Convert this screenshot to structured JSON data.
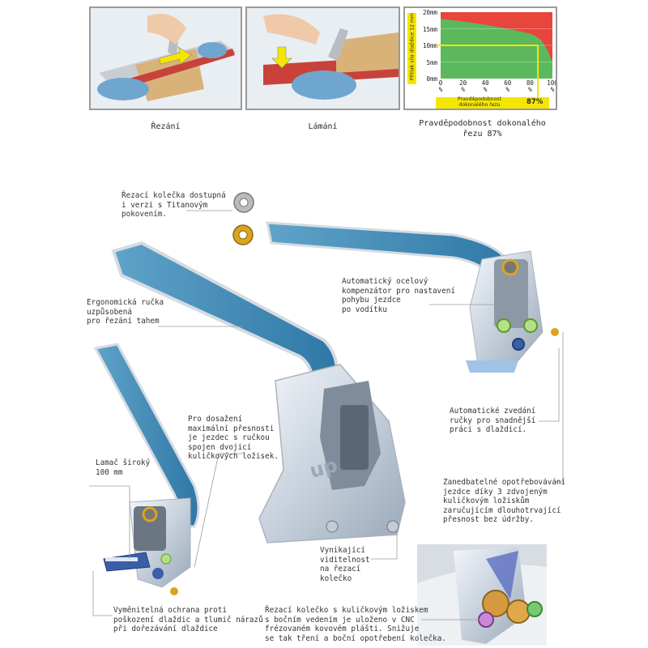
{
  "photos": {
    "cut_caption": "Řezání",
    "break_caption": "Lámání",
    "probability_caption": "Pravděpodobnost dokonalého\nřezu 87%"
  },
  "probability_chart": {
    "y_axis_label": "Přítlak síla dlaždice 12 mm",
    "y_ticks": [
      "20mm",
      "15mm",
      "10mm",
      "5mm",
      "0mm"
    ],
    "x_ticks": [
      [
        "0",
        "%"
      ],
      [
        "20",
        "%"
      ],
      [
        "40",
        "%"
      ],
      [
        "60",
        "%"
      ],
      [
        "80",
        "%"
      ],
      [
        "100",
        "%"
      ]
    ],
    "bottom_label": "Pravděpodobnost\ndokonalého řezu",
    "bottom_value": "87%",
    "colors": {
      "good": "#5cb85c",
      "bad": "#e8453c",
      "highlight": "#f5e600"
    }
  },
  "chart_data": {
    "type": "area",
    "x": [
      0,
      10,
      20,
      30,
      40,
      50,
      60,
      70,
      80,
      85,
      90,
      95,
      100
    ],
    "y": [
      18,
      17.6,
      17.2,
      16.7,
      16.2,
      15.6,
      15,
      14.3,
      13.5,
      12.8,
      11.5,
      9,
      5
    ],
    "xlabel": "",
    "ylabel": "Přítlak síla dlaždice 12 mm",
    "xlim": [
      0,
      100
    ],
    "ylim": [
      0,
      20
    ],
    "marker": {
      "x": 87,
      "y": 10
    }
  },
  "callouts": {
    "wheels": "Řezací kolečka dostupná\ni verzi s Titanovým\npokovením.",
    "handle": "Ergonomická ručka\nuzpůsobená\npro řezání tahem",
    "compensator": "Automatický ocelový\nkompenzátor pro nastavení\npohybu jezdce\npo vodítku",
    "precision": "Pro dosažení\nmaximální přesnosti\nje jezdec s ručkou\nspojen dvojicí\nkuličkových ložisek.",
    "lift": "Automatické zvedání\nručky pro snadnější\npráci s dlaždicí.",
    "breaker": "Lamač široký\n100 mm",
    "wear": "Zanedbatelné opotřebovávání\njezdce díky 3 zdvojeným\nkuličkovým ložiskům\nzaručujícím dlouhotrvající\npřesnost bez údržby.",
    "visibility": "Vynikající\nviditelnost\nna řezací\nkolečko",
    "protection": "Vyměnitelná ochrana proti\npoškození dlaždic a tlumič nárazů\npři dořezávání dlaždice",
    "wheel_bearing": "Řezací kolečko s kuličkovým ložiskem\ns bočním vedením je uloženo v CNC\nfrézovaném kovovém plášti. Snižuje\nse tak tření a boční opotřebení kolečka."
  }
}
